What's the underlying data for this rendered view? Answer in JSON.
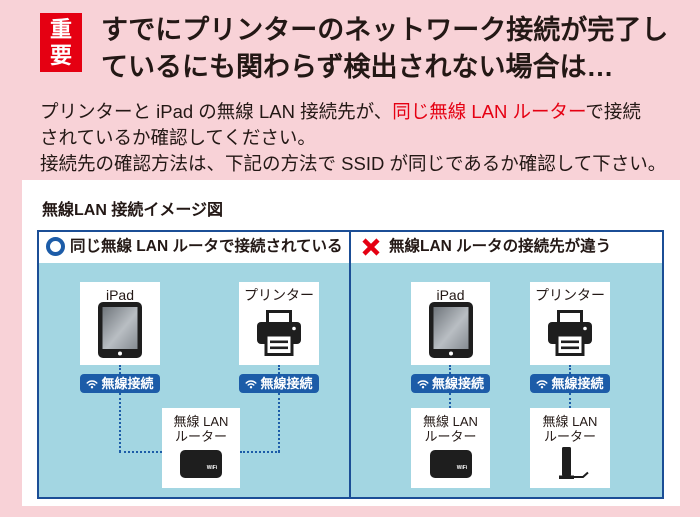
{
  "colors": {
    "page_background": "#f8d2d7",
    "accent_red": "#e50012",
    "text_dark": "#231815",
    "frame_blue": "#1b4e96",
    "panel_blue": "#a3d6e2",
    "badge_blue": "#1c5ca8"
  },
  "notice": {
    "badge": "重要",
    "heading_lines": [
      "すでにプリンターのネットワーク接続が完了し",
      "ているにも関わらず検出されない場合は…"
    ]
  },
  "instructions": {
    "line1_before": "プリンターと iPad の無線 LAN 接続先が、",
    "line1_highlight": "同じ無線 LAN ルーター",
    "line1_after": "で接続",
    "line2": "されているか確認してください。",
    "line3": "接続先の確認方法は、下記の方法で SSID が同じであるか確認して下さい。"
  },
  "diagram": {
    "title": "無線LAN 接続イメージ図",
    "panels": [
      {
        "status_icon": "circle-ok-icon",
        "heading": "同じ無線 LAN ルータで接続されている",
        "devices": [
          {
            "label": "iPad",
            "icon": "tablet-icon",
            "connection": "無線接続",
            "connection_icon": "wifi-icon"
          },
          {
            "label": "プリンター",
            "icon": "printer-icon",
            "connection": "無線接続",
            "connection_icon": "wifi-icon"
          }
        ],
        "routers": [
          {
            "label_lines": [
              "無線 LAN",
              "ルーター"
            ],
            "icon": "pocket-router-icon",
            "icon_text": "WiFi"
          }
        ]
      },
      {
        "status_icon": "cross-icon",
        "heading": "無線LAN ルータの接続先が違う",
        "devices": [
          {
            "label": "iPad",
            "icon": "tablet-icon",
            "connection": "無線接続",
            "connection_icon": "wifi-icon"
          },
          {
            "label": "プリンター",
            "icon": "printer-icon",
            "connection": "無線接続",
            "connection_icon": "wifi-icon"
          }
        ],
        "routers": [
          {
            "label_lines": [
              "無線 LAN",
              "ルーター"
            ],
            "icon": "pocket-router-icon",
            "icon_text": "WiFi"
          },
          {
            "label_lines": [
              "無線 LAN",
              "ルーター"
            ],
            "icon": "tower-router-icon"
          }
        ]
      }
    ]
  }
}
